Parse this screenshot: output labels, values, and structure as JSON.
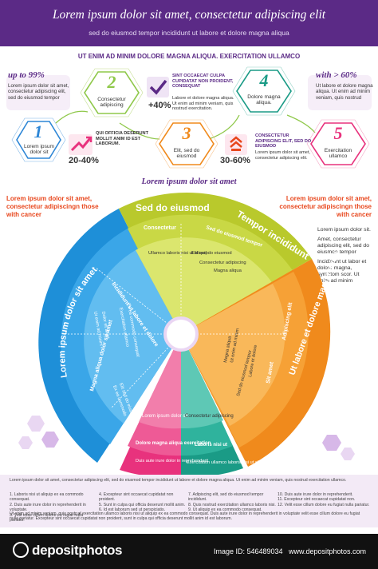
{
  "header": {
    "title": "Lorem ipsum dolor sit amet, consectetur adipiscing elit",
    "subtitle": "sed do eiusmod tempor incididunt ut labore et dolore magna aliqua"
  },
  "headline": "UT ENIM AD MINIM DOLORE MAGNA ALIQUA. EXERCITATION ULLAMCO",
  "colors": {
    "purple": "#5b2a86",
    "blue": "#1e8fd8",
    "lime": "#b9c92c",
    "orange": "#f08a1c",
    "pink": "#e8327d",
    "teal": "#1a9b86",
    "red": "#e8471d"
  },
  "steps": [
    {
      "num": "1",
      "label": "Lorem ipsum dolor sit"
    },
    {
      "num": "2",
      "label": "Consectetur adipiscing"
    },
    {
      "num": "3",
      "label": "Elit, sed do eiusmod"
    },
    {
      "num": "4",
      "label": "Dolore magna aliqua."
    },
    {
      "num": "5",
      "label": "Exercitation ullamco"
    }
  ],
  "up_to": {
    "title": "up to 99%",
    "text": "Lorem ipsum dolor sit amet, consectetur adipiscing elit, sed do eiusmod tempor"
  },
  "with_more": {
    "title": "with > 60%",
    "text": "Ut labore et dolore magna aliqua. Ut enim ad minim veniam, quis nostrud"
  },
  "stat_a": {
    "value": "20-40%",
    "heading": "QUI OFFICIA DESERUNT MOLLIT ANIM ID EST LABORUM."
  },
  "stat_b": {
    "value": "+40%",
    "heading": "SINT OCCAECAT CULPA CUPIDATAT NON PROIDENT, CONSEQUAT",
    "text": "Labore et dolore magna aliqua. Ut enim ad minim veniam, quis nostrud exercitation."
  },
  "stat_c": {
    "value": "30-60%",
    "heading": "CONSECTETUR ADIPISCING ELIT, SED DO EIUSMOD",
    "text": "Lorem ipsum dolor sit amet, consectetur adipiscing elit."
  },
  "circle_title": "Lorem ipsum dolor sit amet",
  "left_note": "Lorem ipsum dolor sit amet, consectetur adipiscingn those with cancer",
  "right_note": "Lorem ipsum dolor sit amet, consectetur adipiscingn those with cancer",
  "right_list": [
    "Lorem ipsum dolor sit.",
    "Amet, consectetur adipiscing elit, sed do eiusmod tempor",
    "Incididunt ut labor et dolore magna, symptom scor. Ut enim ad minim"
  ],
  "wheel": {
    "blue_outer": "Lorem ipsum dolor sit amet",
    "blue_mid": "Magna aliqua dolor sit amet",
    "blue_inner": "Incididunt ut labore et dolore",
    "blue_notes": [
      "Ex ea commodo consequat",
      "Exercitation ullamco",
      "Dolor sit amet",
      "Ut enim ad minim",
      "Elit sed do eiusmod",
      "Ex ea commodo"
    ],
    "lime_outer_a": "Sed do eiusmod",
    "lime_outer_b": "Tempor incididunt",
    "lime_mid_a": "Consectetur",
    "lime_mid_b": "Sed do eiusmod tempor",
    "lime_notes": [
      "Ullamco laboris nisi ut aliquip",
      "Elit sed do eiusmod",
      "Magna aliqua",
      "Consectetur adipiscing"
    ],
    "orange_outer": "Ut labore et dolore magna aliqua",
    "orange_mid": "Adipiscing elit",
    "orange_inner": "Sit amet",
    "orange_notes": [
      "Sed do eiusmod tempor",
      "Labore et dolore",
      "Ut enim ad minim",
      "Magna aliqua"
    ],
    "pink_a": "Lorem ipsum dolor sit",
    "pink_b": "Dolore magna aliqua exercitation",
    "pink_c": "Duis aute irure dolor in reprehenderit",
    "teal_a": "Consectetur adipiscing",
    "teal_b": "Laboris nisi ut",
    "teal_c": "Exercitation ullamco laboris nisi ut aliquip"
  },
  "footer": {
    "intro": "Lorem ipsum dolor sit amet, consectetur adipiscing elit, sed do eiusmod tempor incididunt ut labore et dolore magna aliqua. Ut enim ad minim veniam, quis nostrud exercitation ullamco.",
    "notes": [
      "1. Laboris nisi ut aliquip ex ea commodo consequat.",
      "2. Duis aute irure dolor in reprehenderit in voluptate.",
      "3. Velit esse cillum dolore eu fugiat nulla pariatur.",
      "4. Excepteur sint occaecat cupidatat non proident.",
      "5. Sunt in culpa qui officia deserunt mollit anim.",
      "6. Id est laborum sed ut perspiciatis.",
      "7. Adipiscing elit, sed do eiusmod tempor incididunt.",
      "8. Quis nostrud exercitation ullamco laboris nisi.",
      "9. Ut aliquip ex ea commodo consequat.",
      "10. Duis aute irure dolor in reprehenderit.",
      "11. Excepteur sint occaecat cupidatat non.",
      "12. Velit esse cillum dolore eu fugiat nulla pariatur."
    ],
    "outro": "Ut enim ad minim veniam, quis nostrud exercitation ullamco laboris nisi ut aliquip ex ea commodo consequat. Duis aute irure dolor in reprehenderit in voluptate velit esse cillum dolore eu fugiat nulla pariatur. Excepteur sint occaecat cupidatat non proident, sunt in culpa qui officia deserunt mollit anim id est laborum."
  },
  "brand": {
    "logo": "depositphotos",
    "image_id": "Image ID: 546489034",
    "url": "www.depositphotos.com"
  }
}
